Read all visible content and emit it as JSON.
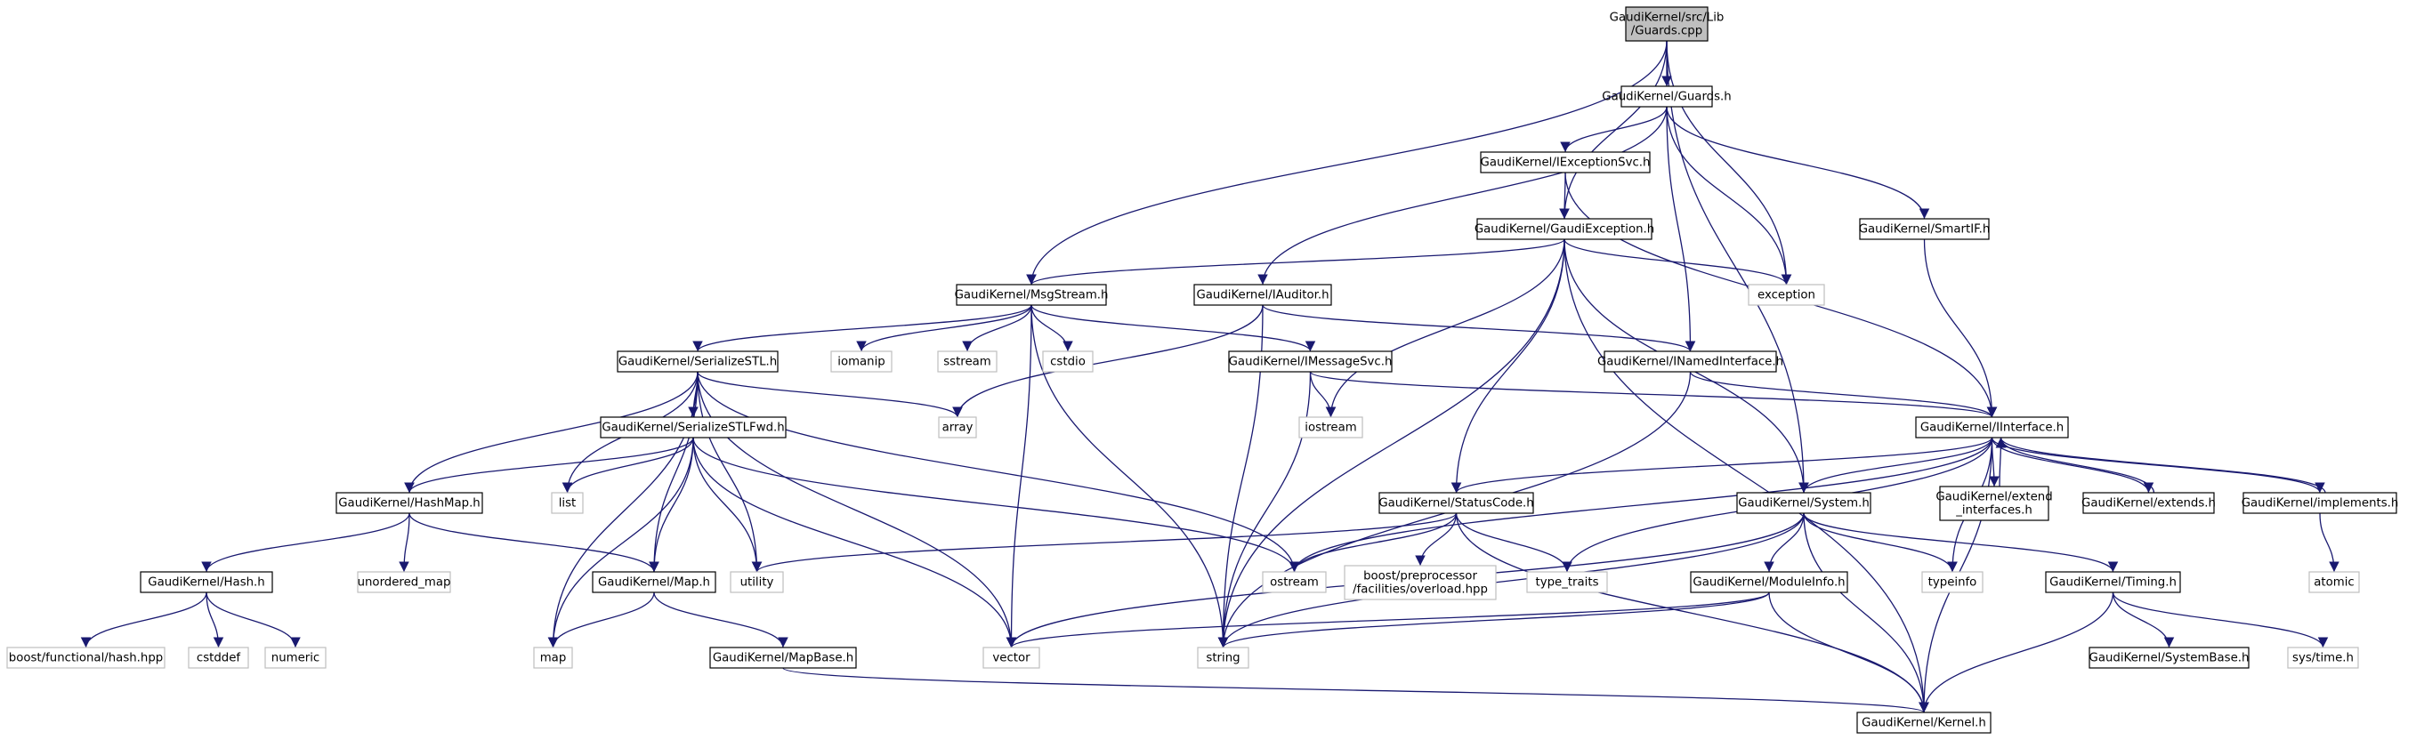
{
  "graph": {
    "edge_color": "#191970",
    "root_fill": "#bfbfbf",
    "local_border": "#000000",
    "system_border": "#bfbfbf",
    "nodes": [
      {
        "id": "guards_cpp",
        "kind": "header",
        "lines": [
          "GaudiKernel/src/Lib",
          "/Guards.cpp"
        ]
      },
      {
        "id": "guards_h",
        "kind": "local",
        "lines": [
          "GaudiKernel/Guards.h"
        ]
      },
      {
        "id": "iexceptionsvc_h",
        "kind": "local",
        "lines": [
          "GaudiKernel/IExceptionSvc.h"
        ]
      },
      {
        "id": "gaudiexception_h",
        "kind": "local",
        "lines": [
          "GaudiKernel/GaudiException.h"
        ]
      },
      {
        "id": "smartif_h",
        "kind": "local",
        "lines": [
          "GaudiKernel/SmartIF.h"
        ]
      },
      {
        "id": "exception",
        "kind": "system",
        "lines": [
          "exception"
        ]
      },
      {
        "id": "msgstream_h",
        "kind": "local",
        "lines": [
          "GaudiKernel/MsgStream.h"
        ]
      },
      {
        "id": "iauditor_h",
        "kind": "local",
        "lines": [
          "GaudiKernel/IAuditor.h"
        ]
      },
      {
        "id": "inamedinterface_h",
        "kind": "local",
        "lines": [
          "GaudiKernel/INamedInterface.h"
        ]
      },
      {
        "id": "serializestl_h",
        "kind": "local",
        "lines": [
          "GaudiKernel/SerializeSTL.h"
        ]
      },
      {
        "id": "iomanip",
        "kind": "system",
        "lines": [
          "iomanip"
        ]
      },
      {
        "id": "sstream",
        "kind": "system",
        "lines": [
          "sstream"
        ]
      },
      {
        "id": "cstdio",
        "kind": "system",
        "lines": [
          "cstdio"
        ]
      },
      {
        "id": "imessagesvc_h",
        "kind": "local",
        "lines": [
          "GaudiKernel/IMessageSvc.h"
        ]
      },
      {
        "id": "iinterface_h",
        "kind": "local",
        "lines": [
          "GaudiKernel/IInterface.h"
        ]
      },
      {
        "id": "array",
        "kind": "system",
        "lines": [
          "array"
        ]
      },
      {
        "id": "iostream",
        "kind": "system",
        "lines": [
          "iostream"
        ]
      },
      {
        "id": "serializestlfwd_h",
        "kind": "local",
        "lines": [
          "GaudiKernel/SerializeSTLFwd.h"
        ]
      },
      {
        "id": "hashmap_h",
        "kind": "local",
        "lines": [
          "GaudiKernel/HashMap.h"
        ]
      },
      {
        "id": "list",
        "kind": "system",
        "lines": [
          "list"
        ]
      },
      {
        "id": "statuscode_h",
        "kind": "local",
        "lines": [
          "GaudiKernel/StatusCode.h"
        ]
      },
      {
        "id": "system_h",
        "kind": "local",
        "lines": [
          "GaudiKernel/System.h"
        ]
      },
      {
        "id": "extend_interfaces_h",
        "kind": "local",
        "lines": [
          "GaudiKernel/extend",
          "_interfaces.h"
        ]
      },
      {
        "id": "extends_h",
        "kind": "local",
        "lines": [
          "GaudiKernel/extends.h"
        ]
      },
      {
        "id": "implements_h",
        "kind": "local",
        "lines": [
          "GaudiKernel/implements.h"
        ]
      },
      {
        "id": "hash_h",
        "kind": "local",
        "lines": [
          "GaudiKernel/Hash.h"
        ]
      },
      {
        "id": "unordered_map",
        "kind": "system",
        "lines": [
          "unordered_map"
        ]
      },
      {
        "id": "map_h",
        "kind": "local",
        "lines": [
          "GaudiKernel/Map.h"
        ]
      },
      {
        "id": "utility",
        "kind": "system",
        "lines": [
          "utility"
        ]
      },
      {
        "id": "ostream",
        "kind": "system",
        "lines": [
          "ostream"
        ]
      },
      {
        "id": "boost_overload",
        "kind": "system",
        "lines": [
          "boost/preprocessor",
          "/facilities/overload.hpp"
        ]
      },
      {
        "id": "type_traits",
        "kind": "system",
        "lines": [
          "type_traits"
        ]
      },
      {
        "id": "moduleinfo_h",
        "kind": "local",
        "lines": [
          "GaudiKernel/ModuleInfo.h"
        ]
      },
      {
        "id": "timing_h",
        "kind": "local",
        "lines": [
          "GaudiKernel/Timing.h"
        ]
      },
      {
        "id": "typeinfo",
        "kind": "system",
        "lines": [
          "typeinfo"
        ]
      },
      {
        "id": "atomic",
        "kind": "system",
        "lines": [
          "atomic"
        ]
      },
      {
        "id": "boost_hash",
        "kind": "system",
        "lines": [
          "boost/functional/hash.hpp"
        ]
      },
      {
        "id": "cstddef",
        "kind": "system",
        "lines": [
          "cstddef"
        ]
      },
      {
        "id": "numeric",
        "kind": "system",
        "lines": [
          "numeric"
        ]
      },
      {
        "id": "map",
        "kind": "system",
        "lines": [
          "map"
        ]
      },
      {
        "id": "mapbase_h",
        "kind": "local",
        "lines": [
          "GaudiKernel/MapBase.h"
        ]
      },
      {
        "id": "vector",
        "kind": "system",
        "lines": [
          "vector"
        ]
      },
      {
        "id": "string",
        "kind": "system",
        "lines": [
          "string"
        ]
      },
      {
        "id": "systembase_h",
        "kind": "local",
        "lines": [
          "GaudiKernel/SystemBase.h"
        ]
      },
      {
        "id": "systime_h",
        "kind": "system",
        "lines": [
          "sys/time.h"
        ]
      },
      {
        "id": "kernel_h",
        "kind": "local",
        "lines": [
          "GaudiKernel/Kernel.h"
        ]
      }
    ],
    "edges": [
      [
        "guards_cpp",
        "guards_h"
      ],
      [
        "guards_cpp",
        "gaudiexception_h"
      ],
      [
        "guards_cpp",
        "exception"
      ],
      [
        "guards_cpp",
        "msgstream_h"
      ],
      [
        "guards_cpp",
        "system_h"
      ],
      [
        "guards_h",
        "iexceptionsvc_h"
      ],
      [
        "guards_h",
        "smartif_h"
      ],
      [
        "guards_h",
        "exception"
      ],
      [
        "guards_h",
        "iauditor_h"
      ],
      [
        "guards_h",
        "inamedinterface_h"
      ],
      [
        "iexceptionsvc_h",
        "gaudiexception_h"
      ],
      [
        "iexceptionsvc_h",
        "iinterface_h"
      ],
      [
        "smartif_h",
        "iinterface_h"
      ],
      [
        "gaudiexception_h",
        "msgstream_h"
      ],
      [
        "gaudiexception_h",
        "exception"
      ],
      [
        "gaudiexception_h",
        "iostream"
      ],
      [
        "gaudiexception_h",
        "statuscode_h"
      ],
      [
        "gaudiexception_h",
        "system_h"
      ],
      [
        "gaudiexception_h",
        "string"
      ],
      [
        "gaudiexception_h",
        "kernel_h"
      ],
      [
        "msgstream_h",
        "serializestl_h"
      ],
      [
        "msgstream_h",
        "iomanip"
      ],
      [
        "msgstream_h",
        "sstream"
      ],
      [
        "msgstream_h",
        "cstdio"
      ],
      [
        "msgstream_h",
        "imessagesvc_h"
      ],
      [
        "msgstream_h",
        "vector"
      ],
      [
        "msgstream_h",
        "string"
      ],
      [
        "iauditor_h",
        "inamedinterface_h"
      ],
      [
        "iauditor_h",
        "array"
      ],
      [
        "iauditor_h",
        "string"
      ],
      [
        "inamedinterface_h",
        "iinterface_h"
      ],
      [
        "inamedinterface_h",
        "string"
      ],
      [
        "imessagesvc_h",
        "iinterface_h"
      ],
      [
        "imessagesvc_h",
        "iostream"
      ],
      [
        "imessagesvc_h",
        "string"
      ],
      [
        "serializestl_h",
        "array"
      ],
      [
        "serializestl_h",
        "serializestlfwd_h"
      ],
      [
        "serializestl_h",
        "hashmap_h"
      ],
      [
        "serializestl_h",
        "list"
      ],
      [
        "serializestl_h",
        "map"
      ],
      [
        "serializestl_h",
        "utility"
      ],
      [
        "serializestl_h",
        "map_h"
      ],
      [
        "serializestl_h",
        "ostream"
      ],
      [
        "serializestl_h",
        "vector"
      ],
      [
        "serializestlfwd_h",
        "hashmap_h"
      ],
      [
        "serializestlfwd_h",
        "list"
      ],
      [
        "serializestlfwd_h",
        "map_h"
      ],
      [
        "serializestlfwd_h",
        "utility"
      ],
      [
        "serializestlfwd_h",
        "map"
      ],
      [
        "serializestlfwd_h",
        "vector"
      ],
      [
        "serializestlfwd_h",
        "ostream"
      ],
      [
        "hashmap_h",
        "hash_h"
      ],
      [
        "hashmap_h",
        "unordered_map"
      ],
      [
        "hashmap_h",
        "map_h"
      ],
      [
        "hash_h",
        "boost_hash"
      ],
      [
        "hash_h",
        "cstddef"
      ],
      [
        "hash_h",
        "numeric"
      ],
      [
        "map_h",
        "map"
      ],
      [
        "map_h",
        "mapbase_h"
      ],
      [
        "mapbase_h",
        "kernel_h"
      ],
      [
        "iinterface_h",
        "statuscode_h"
      ],
      [
        "iinterface_h",
        "system_h"
      ],
      [
        "iinterface_h",
        "extend_interfaces_h"
      ],
      [
        "iinterface_h",
        "extends_h"
      ],
      [
        "iinterface_h",
        "implements_h"
      ],
      [
        "iinterface_h",
        "ostream"
      ],
      [
        "iinterface_h",
        "type_traits"
      ],
      [
        "iinterface_h",
        "typeinfo"
      ],
      [
        "iinterface_h",
        "kernel_h"
      ],
      [
        "extend_interfaces_h",
        "iinterface_h"
      ],
      [
        "extends_h",
        "iinterface_h"
      ],
      [
        "implements_h",
        "iinterface_h"
      ],
      [
        "implements_h",
        "atomic"
      ],
      [
        "statuscode_h",
        "utility"
      ],
      [
        "statuscode_h",
        "ostream"
      ],
      [
        "statuscode_h",
        "boost_overload"
      ],
      [
        "statuscode_h",
        "type_traits"
      ],
      [
        "statuscode_h",
        "kernel_h"
      ],
      [
        "system_h",
        "moduleinfo_h"
      ],
      [
        "system_h",
        "timing_h"
      ],
      [
        "system_h",
        "typeinfo"
      ],
      [
        "system_h",
        "vector"
      ],
      [
        "system_h",
        "string"
      ],
      [
        "system_h",
        "kernel_h"
      ],
      [
        "moduleinfo_h",
        "vector"
      ],
      [
        "moduleinfo_h",
        "string"
      ],
      [
        "moduleinfo_h",
        "kernel_h"
      ],
      [
        "timing_h",
        "systembase_h"
      ],
      [
        "timing_h",
        "systime_h"
      ],
      [
        "timing_h",
        "kernel_h"
      ]
    ]
  }
}
